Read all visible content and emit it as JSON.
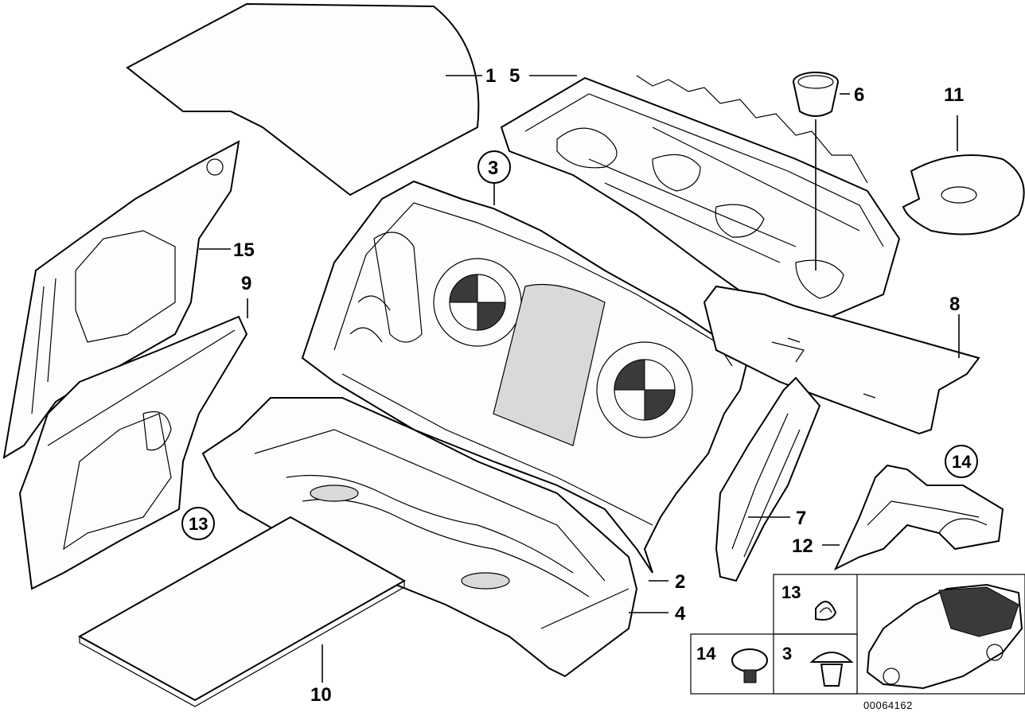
{
  "callouts": {
    "c1": "1",
    "c2": "2",
    "c3": "3",
    "c4": "4",
    "c5": "5",
    "c6": "6",
    "c7": "7",
    "c8": "8",
    "c9": "9",
    "c10": "10",
    "c11": "11",
    "c12": "12",
    "c13": "13",
    "c14": "14",
    "c15": "15"
  },
  "inset": {
    "label_13": "13",
    "label_14": "14",
    "label_3": "3"
  },
  "diagram_id": "00064162"
}
